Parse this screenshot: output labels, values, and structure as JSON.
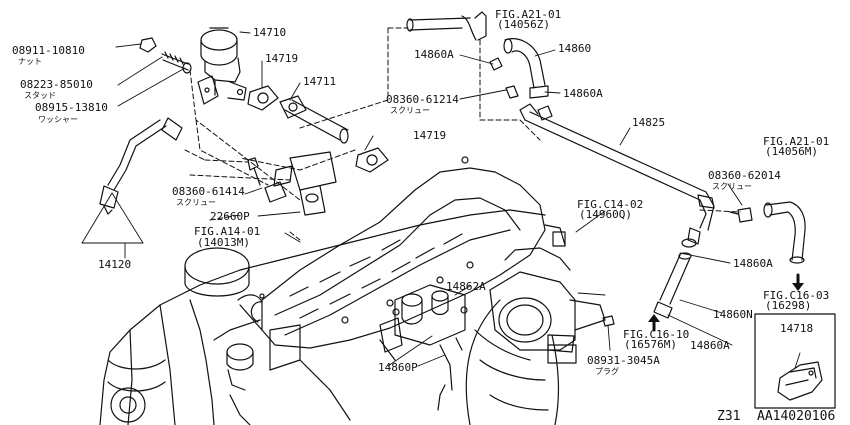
{
  "parts": {
    "p08911": "08911-10810",
    "p08911_note": "ナット",
    "p08223": "08223-85010",
    "p08223_note": "スタッド",
    "p08915": "08915-13810",
    "p08915_note": "ワッシャー",
    "p14710": "14710",
    "p14719a": "14719",
    "p14711": "14711",
    "p14719b": "14719",
    "p08360_61414": "08360-61414",
    "p08360_61414_note": "スクリュー",
    "p22660P": "22660P",
    "p14120": "14120",
    "p14860A_1": "14860A",
    "p14860": "14860",
    "p14860A_2": "14860A",
    "p08360_61214": "08360-61214",
    "p08360_61214_note": "スクリュー",
    "p14825": "14825",
    "p08360_62014": "08360-62014",
    "p08360_62014_note": "スクリュー",
    "p14860A_3": "14860A",
    "p14860N": "14860N",
    "p14860A_4": "14860A",
    "p14862A": "14862A",
    "p14860P": "14860P",
    "p08931": "08931-3045A",
    "p08931_note": "プラグ",
    "p14718": "14718"
  },
  "figrefs": {
    "a21_top": "FIG.A21-01",
    "a21_top_code": "(14056Z)",
    "a21_right": "FIG.A21-01",
    "a21_right_code": "(14056M)",
    "a14": "FIG.A14-01",
    "a14_code": "(14013M)",
    "c14": "FIG.C14-02",
    "c14_code": "(14960Q)",
    "c16_03": "FIG.C16-03",
    "c16_03_code": "(16298)",
    "c16_10": "FIG.C16-10",
    "c16_10_code": "(16576M)"
  },
  "footer": {
    "section": "Z31",
    "drawing_no": "AA14020106"
  }
}
